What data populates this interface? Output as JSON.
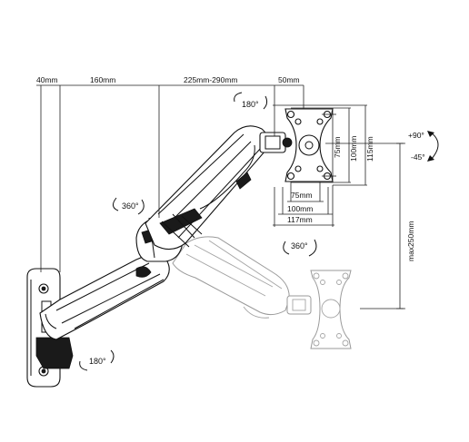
{
  "dimensions": {
    "d40": "40mm",
    "d160": "160mm",
    "d225": "225mm-290mm",
    "d50": "50mm",
    "d75v": "75mm",
    "d100v": "100mm",
    "d115v": "115mm",
    "d75h": "75mm",
    "d100h": "100mm",
    "d117h": "117mm",
    "max250": "max250mm"
  },
  "rotations": {
    "r180_top": "180°",
    "r360_left": "360°",
    "r360_bottom": "360°",
    "r180_base": "180°",
    "tilt_up": "+90°",
    "tilt_down": "-45°"
  }
}
